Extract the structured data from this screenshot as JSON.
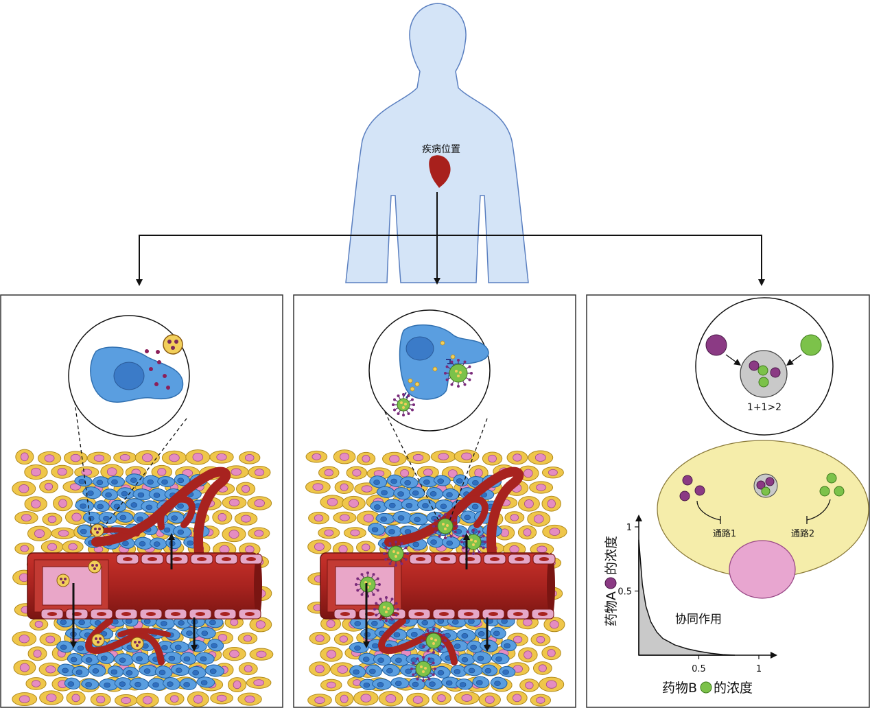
{
  "labels": {
    "disease_site": "疾病位置",
    "synergy_ratio": "1+1>2",
    "pathway1": "通路1",
    "pathway2": "通路2",
    "synergy": "协同作用",
    "y_axis": "药物A",
    "y_axis_suffix": "的浓度",
    "x_axis": "药物B",
    "x_axis_suffix": "的浓度"
  },
  "chart_data": {
    "type": "area",
    "title": "",
    "xlabel": "药物B的浓度",
    "ylabel": "药物A的浓度",
    "xticks": [
      "0.5",
      "1"
    ],
    "yticks": [
      "0.5",
      "1"
    ],
    "xlim": [
      0,
      1.1
    ],
    "ylim": [
      0,
      1.1
    ],
    "series": [
      {
        "name": "协同作用",
        "x": [
          0.0,
          0.03,
          0.06,
          0.1,
          0.15,
          0.2,
          0.3,
          0.4,
          0.5,
          0.6,
          0.7,
          0.8
        ],
        "y": [
          0.9,
          0.55,
          0.38,
          0.26,
          0.18,
          0.13,
          0.08,
          0.05,
          0.03,
          0.015,
          0.005,
          0.0
        ]
      }
    ]
  },
  "colors": {
    "body_fill": "#d4e4f7",
    "body_stroke": "#5a7fc0",
    "organ": "#a8201c",
    "vessel": "#a8231f",
    "vessel_dark": "#7a1512",
    "tumor_cell": "#5a9ee0",
    "stroma_cell": "#efc64a",
    "nucleus_pink": "#e58cc1",
    "drug_a": "#8b3a84",
    "drug_b": "#7cc24a",
    "cell_yellow": "#f5edaa",
    "synergy_fill": "#c9c9c9"
  }
}
